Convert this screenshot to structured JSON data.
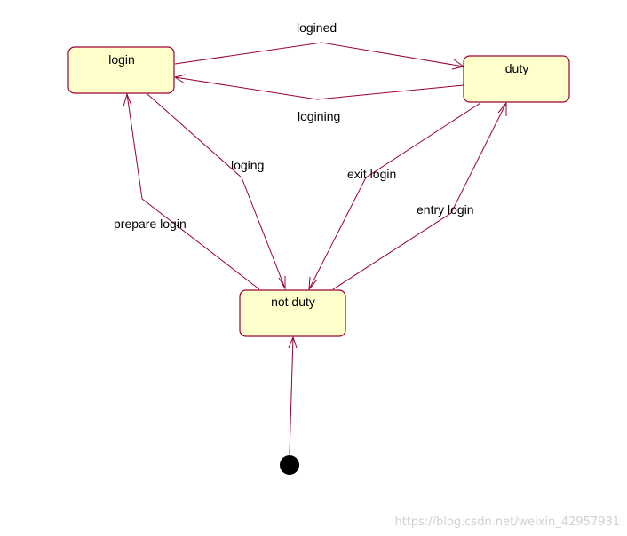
{
  "diagram": {
    "states": {
      "login": "login",
      "duty": "duty",
      "not_duty": "not duty"
    },
    "transitions": {
      "logined": "logined",
      "logining": "logining",
      "loging": "loging",
      "exit_login": "exit login",
      "prepare_login": "prepare login",
      "entry_login": "entry login"
    },
    "colors": {
      "state_fill": "#ffffcc",
      "line": "#990033",
      "initial_node": "#000000"
    }
  },
  "watermark": "https://blog.csdn.net/weixin_42957931"
}
